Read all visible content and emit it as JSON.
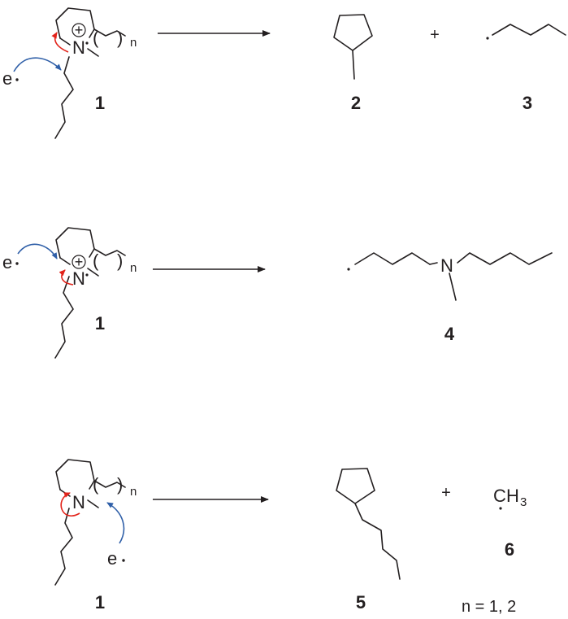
{
  "atoms": {
    "nitrogen": "N",
    "charge": "+",
    "electron": "e",
    "methyl_c": "C",
    "methyl_h": "H",
    "methyl_sub": "3",
    "paren_open": "(",
    "paren_close": ")",
    "ring_index": "n"
  },
  "plus": "+",
  "labels": {
    "compound_1": "1",
    "compound_2": "2",
    "compound_3": "3",
    "compound_4": "4",
    "compound_5": "5",
    "compound_6": "6"
  },
  "footnote": "n = 1, 2",
  "colors": {
    "bond": "#231f20",
    "curly_arrow_red": "#e2231a",
    "curly_arrow_blue": "#2f5fa8"
  }
}
